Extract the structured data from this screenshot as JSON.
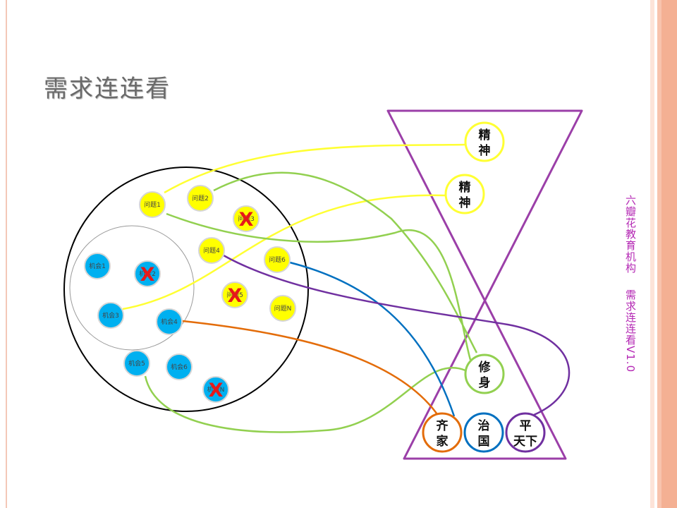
{
  "title": "需求连连看",
  "side_text": {
    "org": "六瓣花教育机构",
    "version": "需求连连看V1.0"
  },
  "problems": [
    {
      "id": "p1",
      "label": "问题1",
      "crossed": false
    },
    {
      "id": "p2",
      "label": "问题2",
      "crossed": false
    },
    {
      "id": "p3",
      "label": "问题3",
      "crossed": true
    },
    {
      "id": "p4",
      "label": "问题4",
      "crossed": false
    },
    {
      "id": "p5",
      "label": "问题5",
      "crossed": true
    },
    {
      "id": "p6",
      "label": "问题6",
      "crossed": false
    },
    {
      "id": "pn",
      "label": "问题N",
      "crossed": false
    }
  ],
  "opportunities": [
    {
      "id": "o1",
      "label": "机会1",
      "crossed": false
    },
    {
      "id": "o2",
      "label": "机会2",
      "crossed": true
    },
    {
      "id": "o3",
      "label": "机会3",
      "crossed": false
    },
    {
      "id": "o4",
      "label": "机会4",
      "crossed": false
    },
    {
      "id": "o5",
      "label": "机会5",
      "crossed": false
    },
    {
      "id": "o6",
      "label": "机会6",
      "crossed": false
    },
    {
      "id": "on",
      "label": "机会N",
      "crossed": true
    }
  ],
  "targets": [
    {
      "id": "spirit1",
      "line1": "精",
      "line2": "神",
      "color": "#ffff33"
    },
    {
      "id": "spirit2",
      "line1": "精",
      "line2": "神",
      "color": "#ffff33"
    },
    {
      "id": "xiushen",
      "line1": "修",
      "line2": "身",
      "color": "#92d050"
    },
    {
      "id": "qijia",
      "line1": "齐",
      "line2": "家",
      "color": "#e36c09"
    },
    {
      "id": "zhiguo",
      "line1": "治",
      "line2": "国",
      "color": "#0070c0"
    },
    {
      "id": "pingtianxia",
      "line1": "平",
      "line2": "天下",
      "color": "#7030a0"
    }
  ],
  "cross_mark": "X",
  "colors": {
    "problem_fill": "#ffff00",
    "opportunity_fill": "#00b0f0",
    "hourglass": "#9b3fa8",
    "yellow_link": "#ffff33",
    "green_link": "#92d050",
    "orange_link": "#e36c09",
    "blue_link": "#0070c0",
    "purple_link": "#7030a0"
  }
}
